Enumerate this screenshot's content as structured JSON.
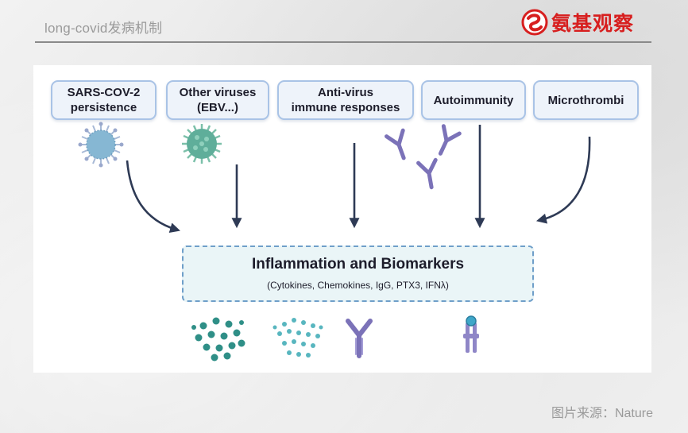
{
  "header": {
    "title": "long-covid发病机制"
  },
  "brand": {
    "name": "氨基观察",
    "accent": "#d71f1f"
  },
  "diagram": {
    "categories": [
      {
        "label": "SARS-COV-2\npersistence"
      },
      {
        "label": "Other viruses\n(EBV...)"
      },
      {
        "label": "Anti-virus\nimmune responses"
      },
      {
        "label": "Autoimmunity"
      },
      {
        "label": "Microthrombi"
      }
    ],
    "center": {
      "title": "Inflammation and Biomarkers",
      "subtitle": "(Cytokines, Chemokines, IgG, PTX3, IFNλ)"
    },
    "colors": {
      "box_border": "#a9c3e6",
      "box_fill": "#eef3fa",
      "center_fill": "#eaf5f7",
      "arrow": "#2e3a55",
      "virus_blue": "#86b7d3",
      "virus_green": "#5fae9a",
      "antibody": "#7b72b8",
      "teal_dots": "#2f8f87"
    },
    "icons": [
      "coronavirus-icon",
      "ebv-virus-icon",
      "antibody-icon",
      "receptor-icon",
      "cytokine-dots-icon"
    ]
  },
  "footer": {
    "credit": "图片来源：Nature"
  }
}
